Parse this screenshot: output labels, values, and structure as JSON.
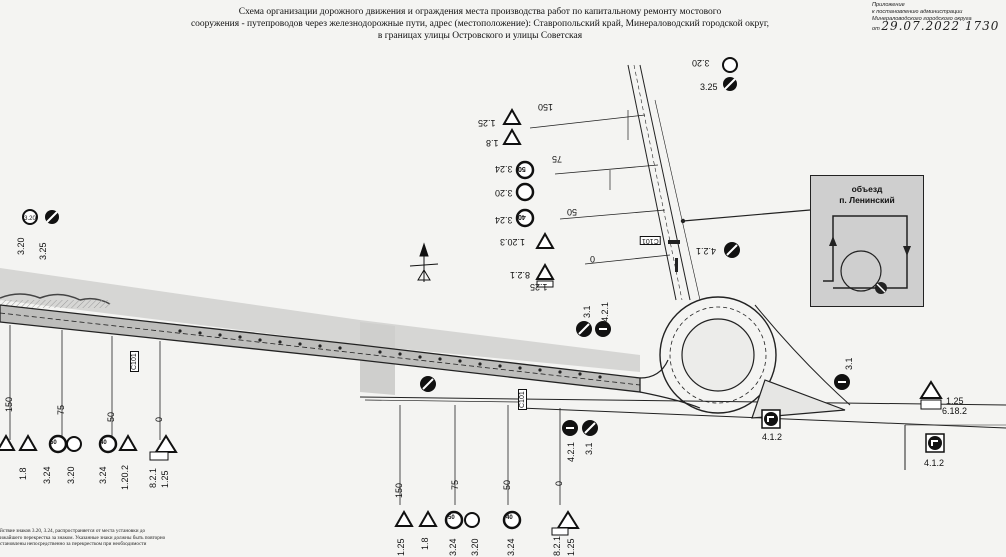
{
  "title": {
    "line1": "Схема организации дорожного движения и ограждения места производства работ по капитальному ремонту мостового",
    "line2": "сооружения - путепроводов через железнодорожные пути, адрес (местоположение): Ставропольский край, Минераловодский городской округ,",
    "line3": "в границах улицы Островского и улицы Советская"
  },
  "corner_note": {
    "line1": "Приложение",
    "line2": "к постановлению администрации",
    "line3": "Минераловодского городского округа",
    "line4": "от",
    "handwritten": "29.07.2022 1730"
  },
  "detour_box": {
    "line1": "объезд",
    "line2": "п. Ленинский"
  },
  "footnote": {
    "line1": "йствие знаков 3.20, 3.24, распространяется от места установки до",
    "line2": "ижайшего перекрестка за знаком. Указанные знаки должны быть повторно",
    "line3": "становлены непосредственно за перекрестком при необходимости"
  },
  "station_labels": {
    "top_150": "150",
    "top_75": "75",
    "top_50": "50",
    "top_0": "0",
    "left_150": "150",
    "left_75": "75",
    "left_50": "50",
    "left_0": "0",
    "bot_150": "150",
    "bot_75": "75",
    "bot_50": "50",
    "bot_0": "0"
  },
  "sign_labels": {
    "top_320": "3.20",
    "top_325": "3.25",
    "top_125": "1.25",
    "top_18": "1.8",
    "top_324a": "3.24",
    "top_320b": "3.20",
    "top_324b": "3.24",
    "top_1203": "1.20.3",
    "top_821": "8.2.1",
    "top_125b": "1.25",
    "top_421": "4.2.1",
    "left_320": "3.20",
    "left_325": "3.25",
    "mid_31": "3.1",
    "mid_421": "4.2.1",
    "right_31": "3.1",
    "right_125": "1.25",
    "right_6182": "6.18.2",
    "right_412a": "4.1.2",
    "right_412b": "4.1.2",
    "low_421": "4.2.1",
    "low_31": "3.1",
    "left_bot_18": "1.8",
    "left_bot_324": "3.24",
    "left_bot_320": "3.20",
    "left_bot_324b": "3.24",
    "left_bot_1202": "1.20.2",
    "left_bot_821": "8.2.1",
    "left_bot_125": "1.25",
    "bot_125": "1.25",
    "bot_18": "1.8",
    "bot_324": "3.24",
    "bot_320": "3.20",
    "bot_324b": "3.24",
    "bot_821": "8.2.1",
    "bot_125b": "1.25",
    "cm_left": "С101",
    "cm_mid": "С101",
    "cm_top": "С101"
  },
  "sign_values": {
    "speed50": "50",
    "speed40": "40",
    "sign_320": "3.20"
  },
  "colors": {
    "background": "#f4f4f2",
    "road": "#c9c9c9",
    "line": "#222222",
    "sign_red": "#222222",
    "detour_fill": "#cfcfcf"
  }
}
